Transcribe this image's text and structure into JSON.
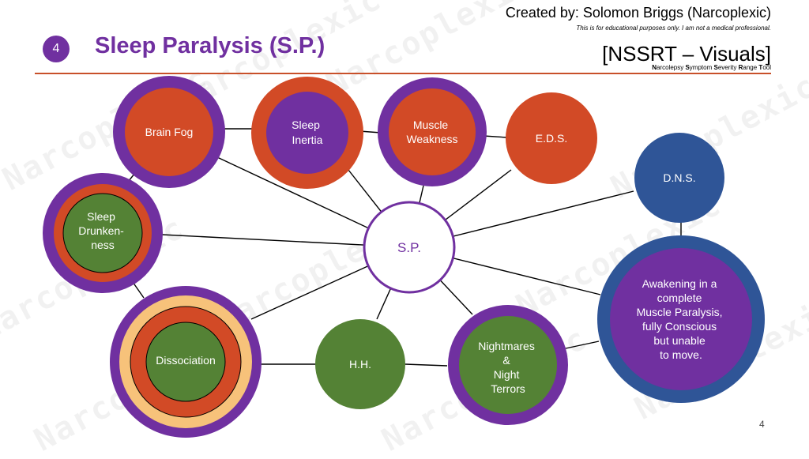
{
  "slide": {
    "number_badge": "4",
    "title": "Sleep Paralysis (S.P.)",
    "created_by": "Created by: Solomon Briggs (Narcoplexic)",
    "disclaimer": "This is for educational purposes only.  I am not a medical professional.",
    "brand": "[NSSRT – Visuals]",
    "brand_expansion": [
      {
        "bold": "N",
        "rest": "arcolepsy "
      },
      {
        "bold": "S",
        "rest": "ymptom "
      },
      {
        "bold": "S",
        "rest": "everity "
      },
      {
        "bold": "R",
        "rest": "ange "
      },
      {
        "bold": "T",
        "rest": "ool"
      }
    ],
    "page_number": "4",
    "watermark": "Narcoplexic"
  },
  "colors": {
    "purple": "#7030a0",
    "orange": "#d24a26",
    "green": "#548235",
    "blue": "#2f5597",
    "peach": "#f7c27a",
    "line": "#000000"
  },
  "diagram": {
    "center": {
      "label": "S.P."
    },
    "nodes": [
      {
        "id": "brain-fog",
        "lines": [
          "Brain Fog"
        ]
      },
      {
        "id": "sleep-inertia",
        "lines": [
          "Sleep",
          "Inertia"
        ]
      },
      {
        "id": "muscle-weakness",
        "lines": [
          "Muscle",
          "Weakness"
        ]
      },
      {
        "id": "eds",
        "lines": [
          "E.D.S."
        ]
      },
      {
        "id": "dns",
        "lines": [
          "D.N.S."
        ]
      },
      {
        "id": "sleep-drunkenness",
        "lines": [
          "Sleep",
          "Drunken-",
          "ness"
        ]
      },
      {
        "id": "dissociation",
        "lines": [
          "Dissociation"
        ]
      },
      {
        "id": "hh",
        "lines": [
          "H.H."
        ]
      },
      {
        "id": "nightmares",
        "lines": [
          "Nightmares",
          "&",
          "Night",
          "Terrors"
        ]
      },
      {
        "id": "awakening",
        "lines": [
          "Awakening in a",
          "complete",
          "Muscle Paralysis,",
          "fully Conscious",
          "but unable",
          "to move."
        ]
      }
    ]
  }
}
